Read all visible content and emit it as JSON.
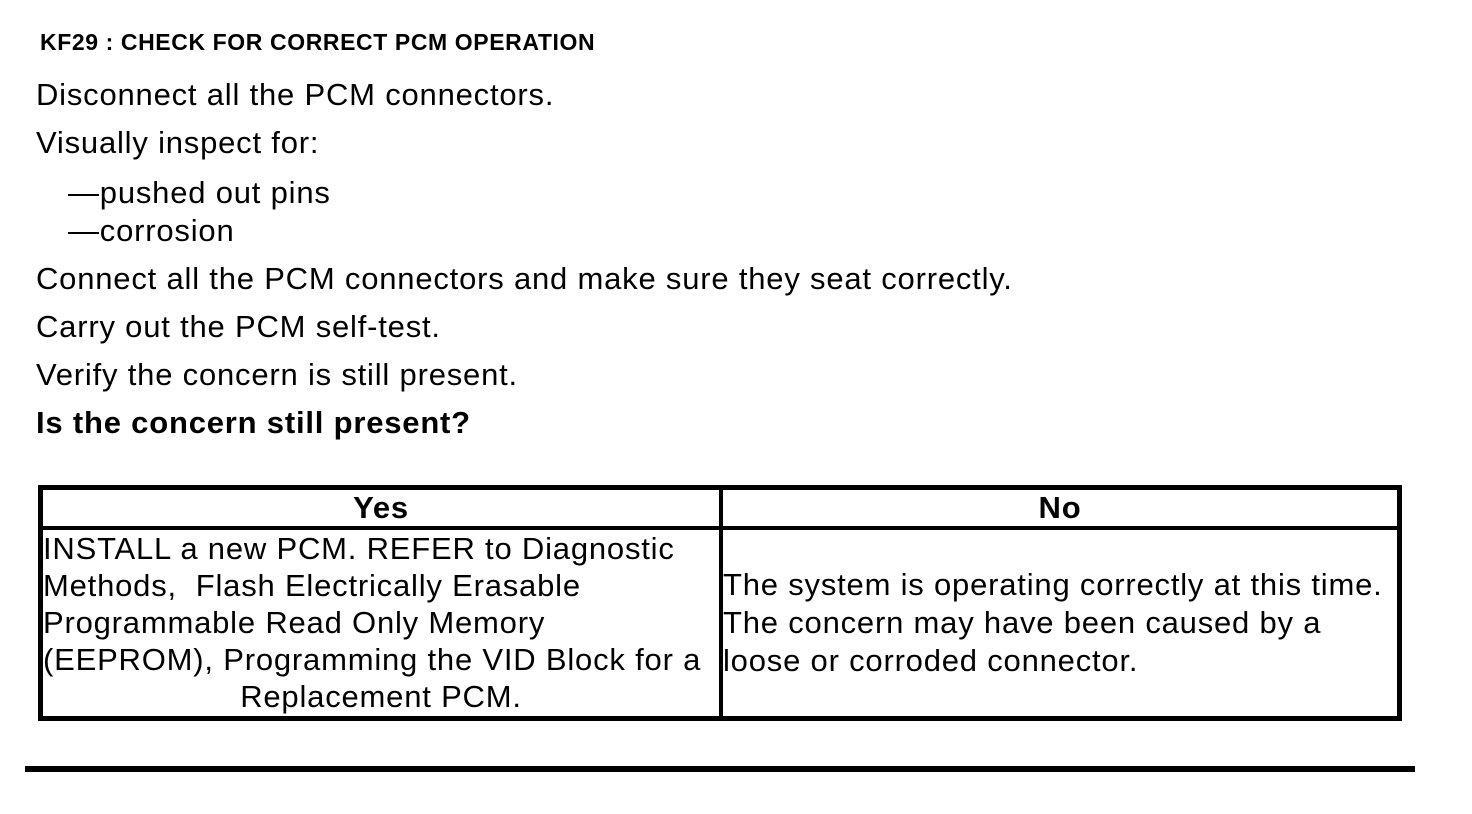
{
  "page": {
    "title": "KF29 : CHECK FOR CORRECT PCM OPERATION",
    "steps": {
      "disconnect": "Disconnect all the PCM connectors.",
      "inspect_intro": "Visually inspect for:",
      "inspect_item_1": "—pushed out pins",
      "inspect_item_2": "—corrosion",
      "connect": "Connect all the PCM connectors and make sure they seat correctly.",
      "self_test": "Carry out the PCM self-test.",
      "verify": "Verify the concern is still present."
    },
    "question": "Is the concern still present?",
    "result_table": {
      "yes_header": "Yes",
      "no_header": "No",
      "yes_action_lines": [
        "INSTALL a new PCM. REFER to Diagnostic",
        "Methods,  Flash Electrically Erasable",
        "Programmable Read Only Memory",
        "(EEPROM), Programming the VID Block for a",
        "Replacement PCM."
      ],
      "no_action_text": "The system is operating correctly at this time. The concern may have been caused by a loose or corroded connector."
    },
    "colors": {
      "text": "#000000",
      "background": "#ffffff",
      "border": "#000000"
    }
  }
}
